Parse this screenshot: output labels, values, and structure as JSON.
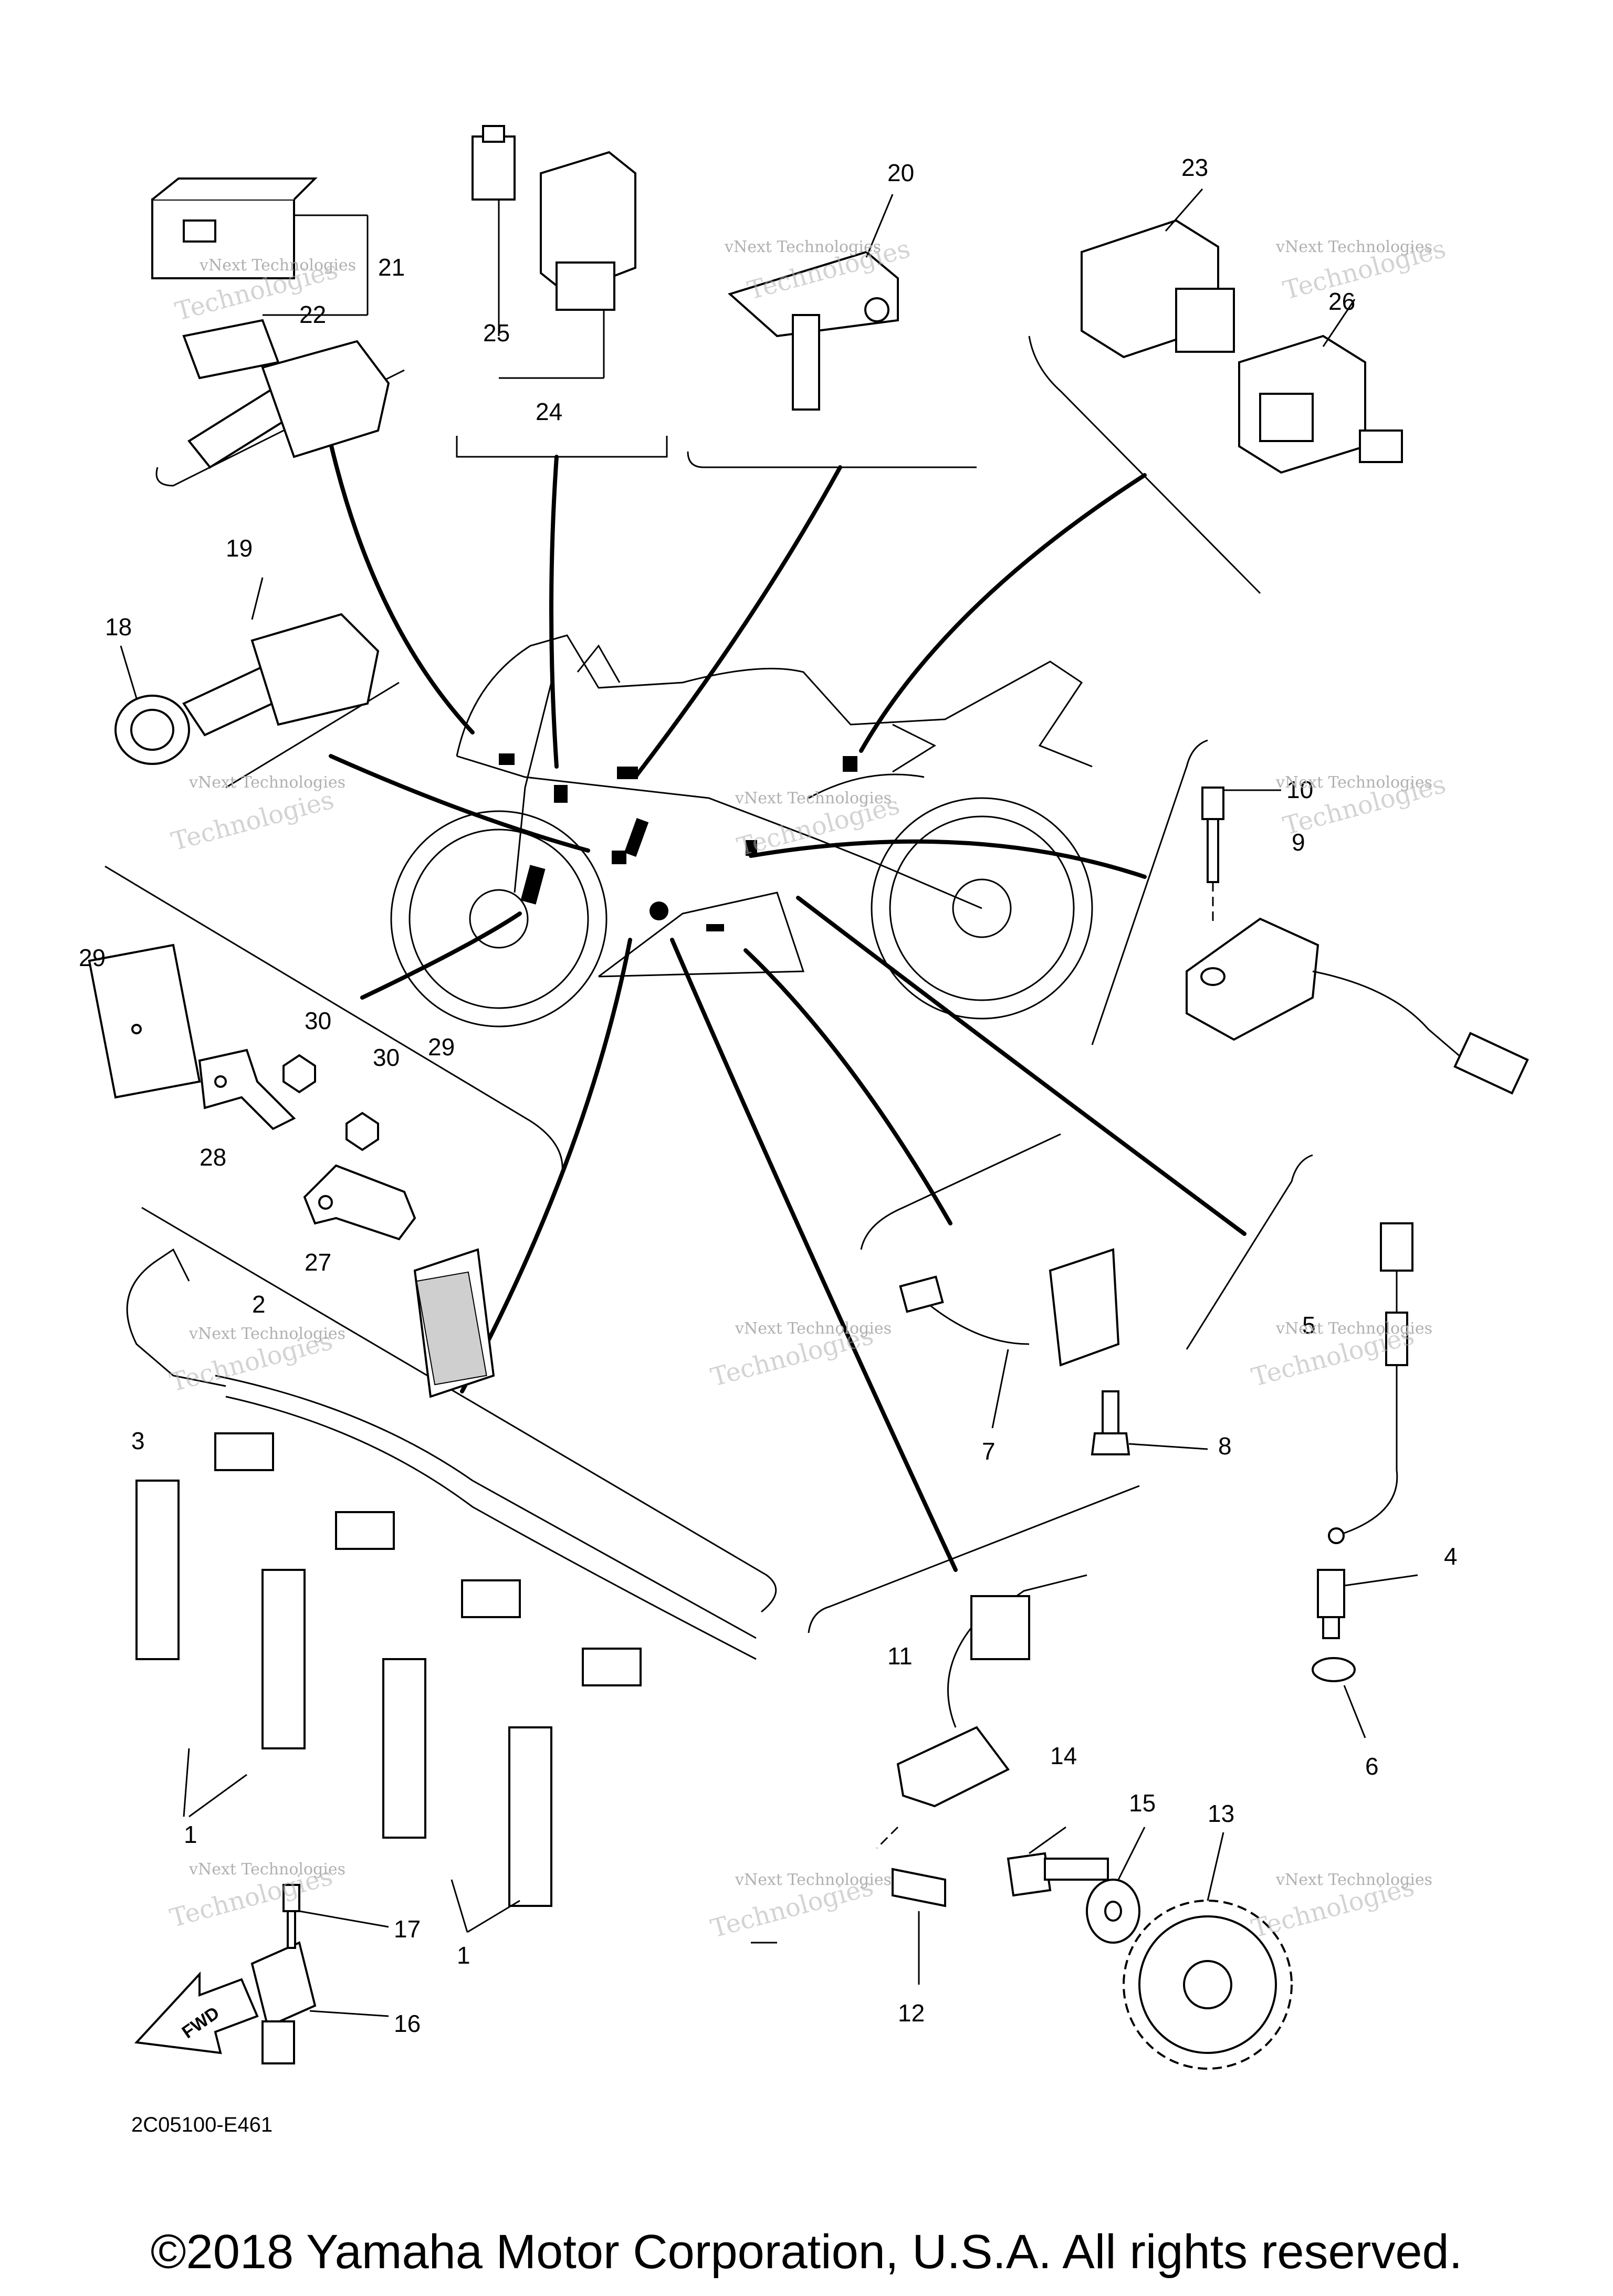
{
  "diagram": {
    "code": "2C05100-E461",
    "copyright": "©2018 Yamaha Motor Corporation, U.S.A. All rights reserved.",
    "fwd_label": "FWD",
    "watermark_small": "vNext Technologies",
    "watermark_large": "Technologies",
    "callouts": {
      "c1a": "1",
      "c1b": "1",
      "c2": "2",
      "c3": "3",
      "c4": "4",
      "c5": "5",
      "c6": "6",
      "c7": "7",
      "c8": "8",
      "c9": "9",
      "c10": "10",
      "c11": "11",
      "c12": "12",
      "c13": "13",
      "c14": "14",
      "c15": "15",
      "c16": "16",
      "c17": "17",
      "c18": "18",
      "c19": "19",
      "c20": "20",
      "c21": "21",
      "c22": "22",
      "c23": "23",
      "c24": "24",
      "c25": "25",
      "c26": "26",
      "c27": "27",
      "c28": "28",
      "c29a": "29",
      "c29b": "29",
      "c30a": "30",
      "c30b": "30"
    }
  }
}
